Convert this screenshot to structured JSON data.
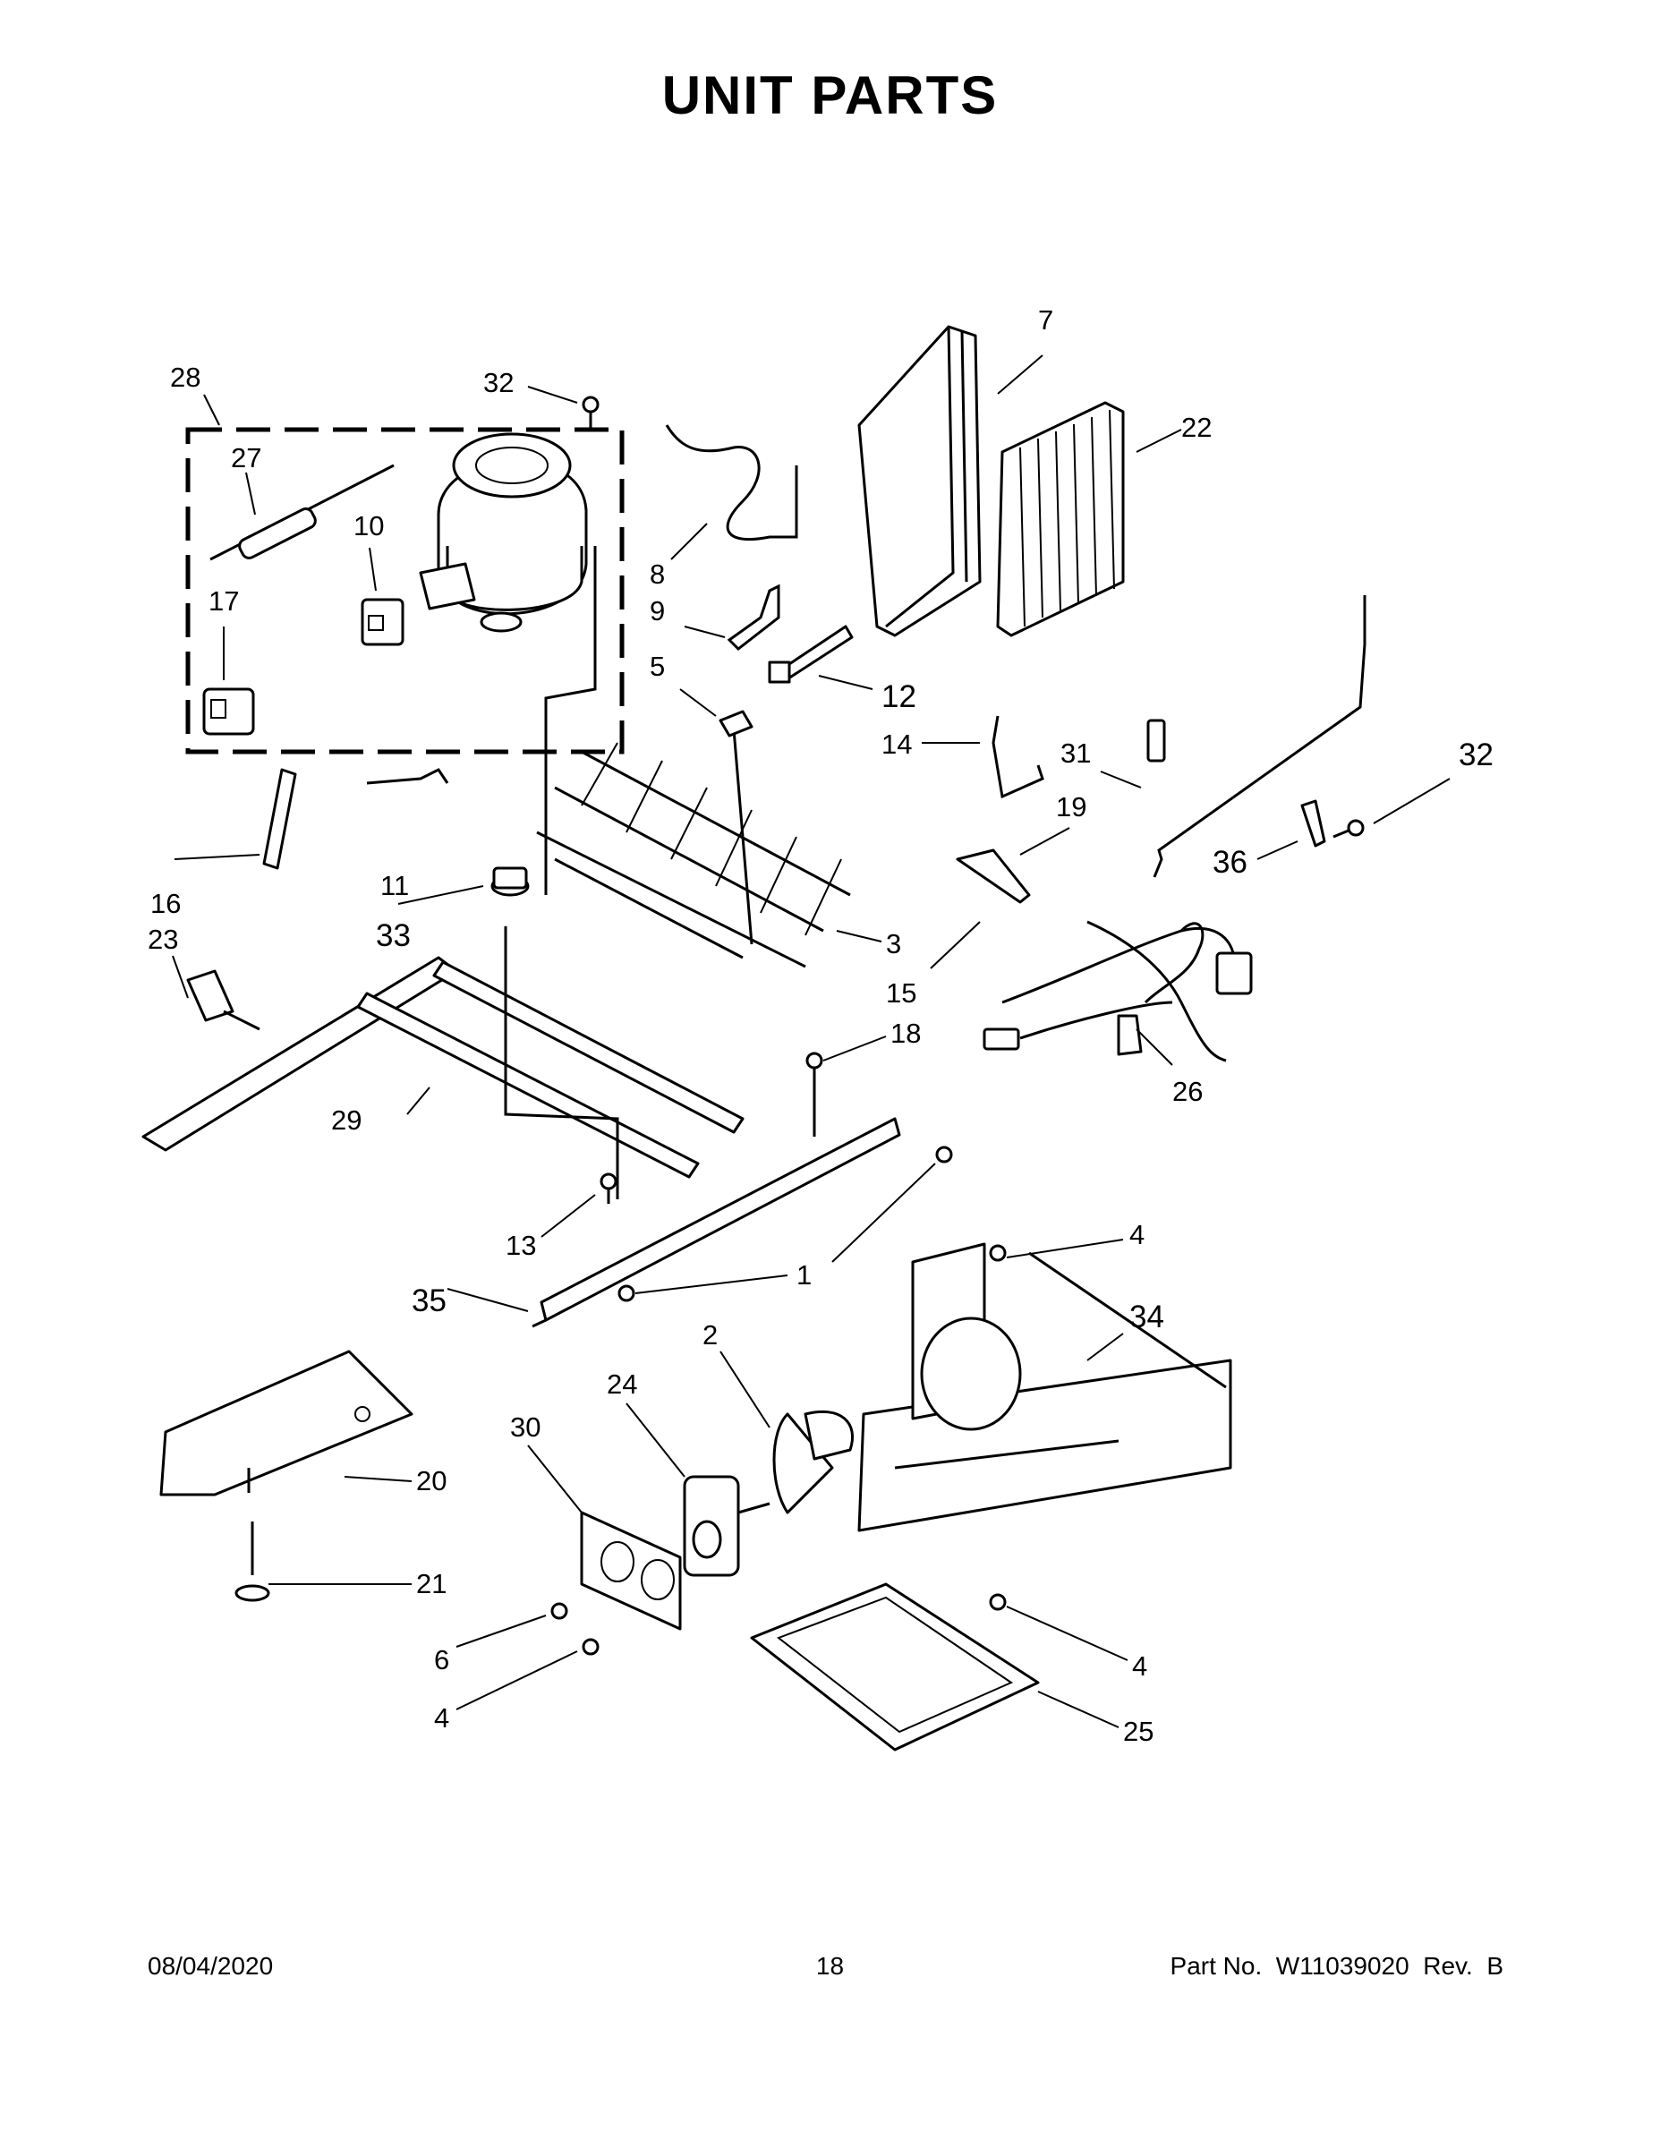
{
  "title": "UNIT PARTS",
  "callouts": {
    "c1": "1",
    "c2": "2",
    "c3": "3",
    "c4a": "4",
    "c4b": "4",
    "c4c": "4",
    "c5": "5",
    "c6": "6",
    "c7": "7",
    "c8": "8",
    "c9": "9",
    "c10": "10",
    "c11": "11",
    "c12": "12",
    "c13": "13",
    "c14": "14",
    "c15": "15",
    "c16": "16",
    "c17": "17",
    "c18": "18",
    "c19": "19",
    "c20": "20",
    "c21": "21",
    "c22": "22",
    "c23": "23",
    "c24": "24",
    "c25": "25",
    "c26": "26",
    "c27": "27",
    "c28": "28",
    "c29": "29",
    "c30": "30",
    "c31": "31",
    "c32a": "32",
    "c32b": "32",
    "c33": "33",
    "c34": "34",
    "c35": "35",
    "c36": "36"
  },
  "footer": {
    "date": "08/04/2020",
    "page": "18",
    "part": "Part No.  W11039020  Rev.  B"
  }
}
